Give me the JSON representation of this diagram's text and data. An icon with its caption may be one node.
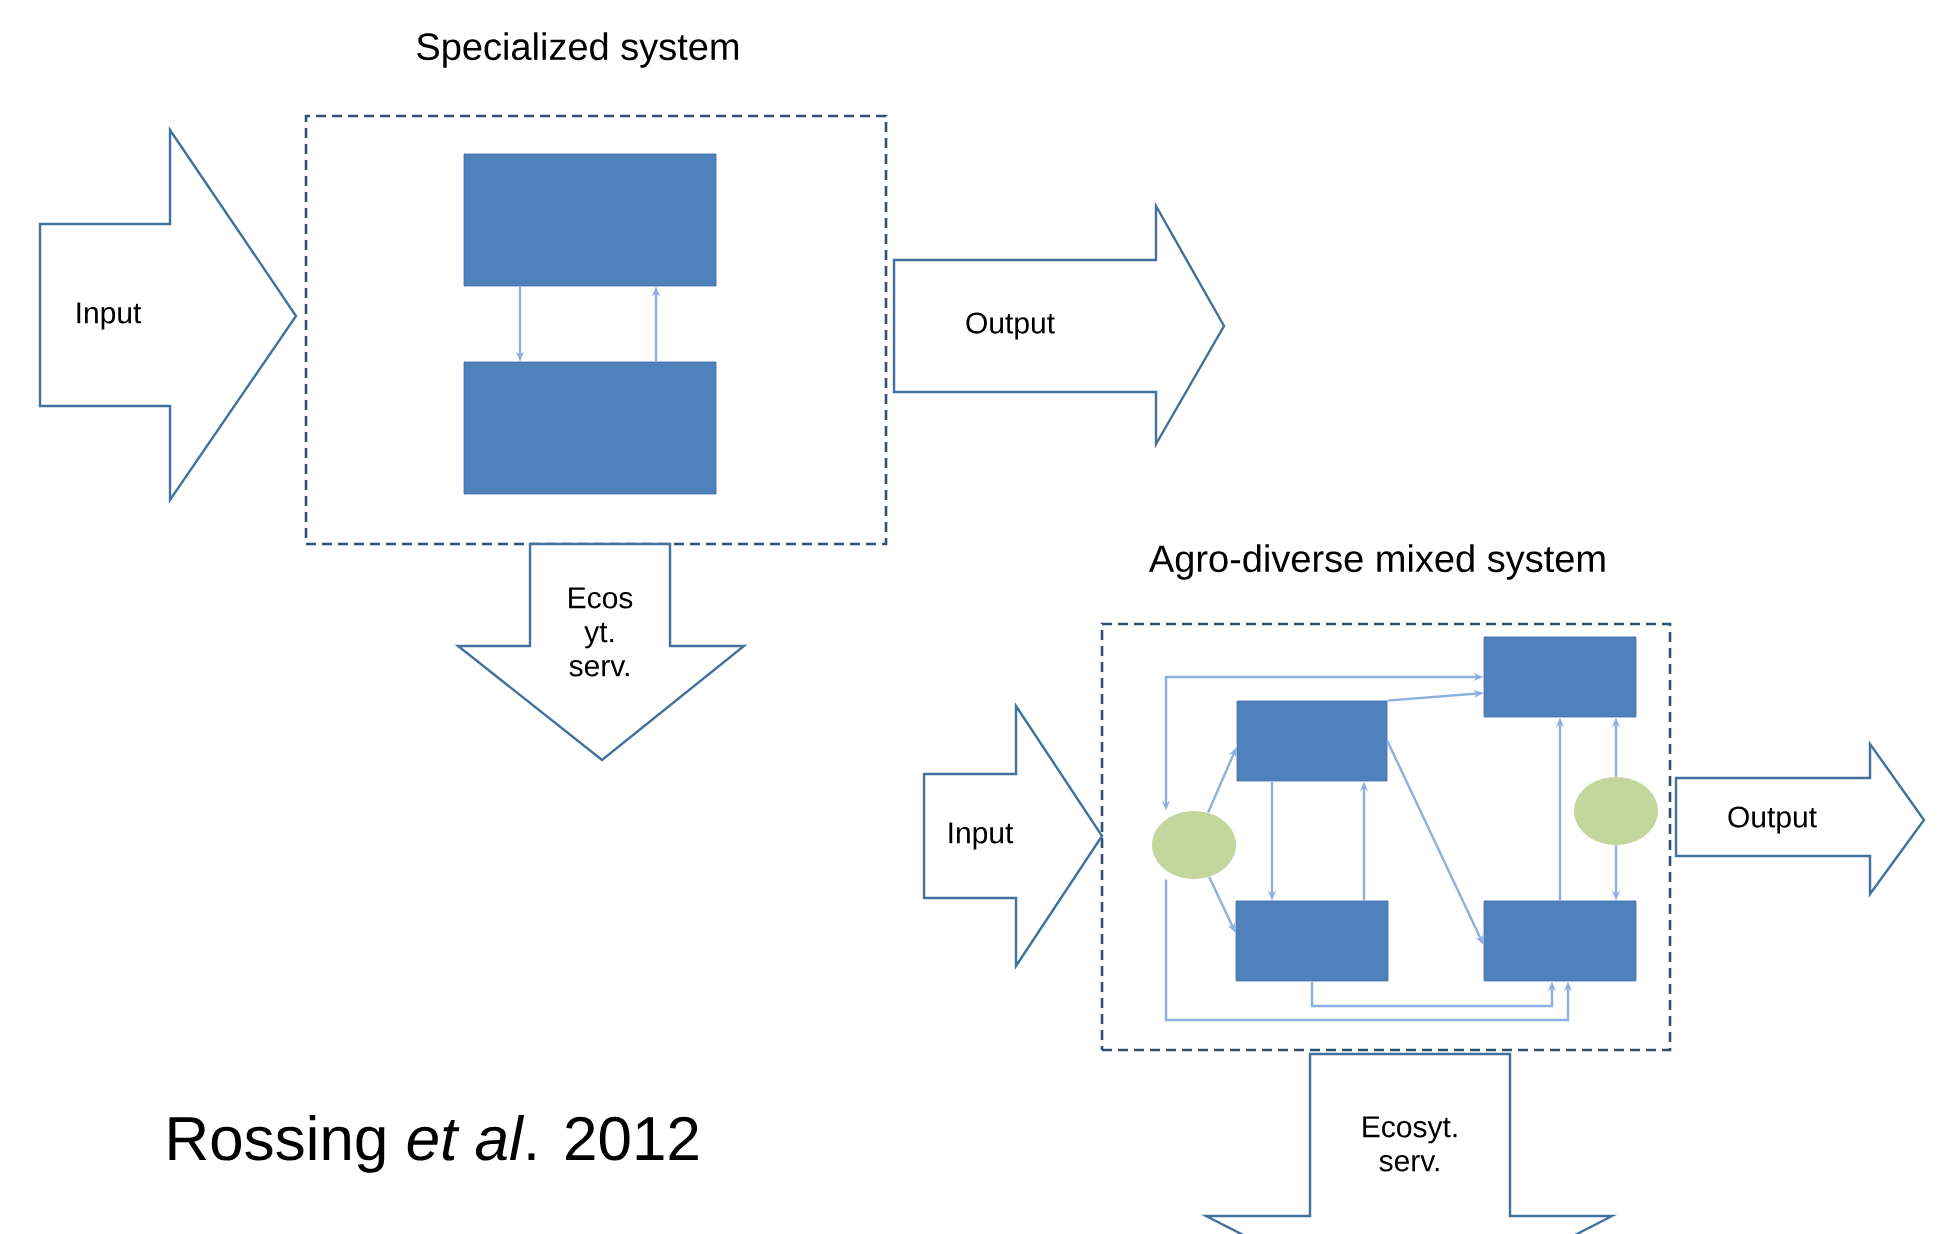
{
  "diagram": {
    "caption": "Rossing *et al*. 2012",
    "nodes": [
      {
        "text": [
          "Specialized system"
        ]
      },
      {
        "text": [
          "Input"
        ]
      },
      {
        "text": [],
        "shape": "box",
        "in": 0
      },
      {
        "text": [],
        "shape": "box",
        "in": 0
      },
      {
        "text": [
          "Output"
        ]
      },
      {
        "text": [
          "Ecos yt. serv."
        ]
      },
      {
        "text": [
          "Agro-diverse mixed system"
        ]
      },
      {
        "text": [
          "Input"
        ]
      },
      {
        "text": [],
        "shape": "ellipse",
        "in": 6
      },
      {
        "text": [],
        "shape": "box",
        "in": 6
      },
      {
        "text": [],
        "shape": "box",
        "in": 6
      },
      {
        "text": [],
        "shape": "box",
        "in": 6
      },
      {
        "text": [],
        "shape": "box",
        "in": 6
      },
      {
        "text": [],
        "shape": "ellipse",
        "in": 6
      },
      {
        "text": [
          "Output"
        ]
      },
      {
        "text": [
          "Ecosyt. serv."
        ]
      }
    ],
    "edges": [
      {
        "from": 2,
        "to": 3,
        "arrow": "to"
      },
      {
        "from": 3,
        "to": 2,
        "arrow": "to"
      },
      {
        "from": 8,
        "to": 9,
        "arrow": "to"
      },
      {
        "from": 8,
        "to": 10,
        "arrow": "to"
      },
      {
        "from": 9,
        "to": 10,
        "arrow": "to"
      },
      {
        "from": 10,
        "to": 9,
        "arrow": "to"
      },
      {
        "from": 9,
        "to": 11,
        "arrow": "to"
      },
      {
        "from": 9,
        "to": 12,
        "arrow": "to"
      },
      {
        "from": 12,
        "to": 11,
        "arrow": "to"
      },
      {
        "from": 13,
        "to": 11,
        "arrow": "to"
      },
      {
        "from": 13,
        "to": 12,
        "arrow": "to"
      },
      {
        "from": 8,
        "to": 11,
        "arrow": "both"
      },
      {
        "from": 8,
        "to": 12,
        "arrow": "to"
      },
      {
        "from": 10,
        "to": 12,
        "arrow": "to"
      }
    ]
  }
}
